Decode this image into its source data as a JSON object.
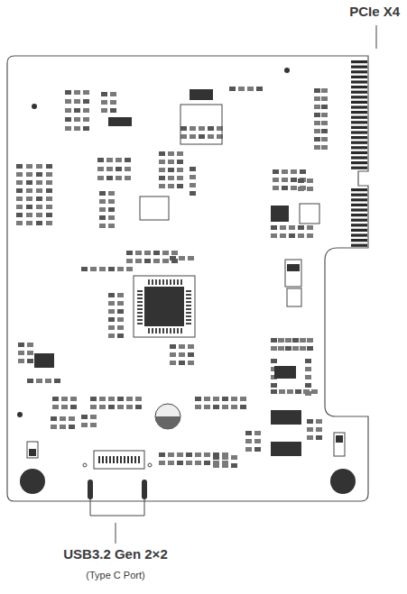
{
  "diagram": {
    "labels": [
      "PCIe X4",
      "USB3.2 Gen 2×2",
      "(Type C Port)"
    ]
  }
}
